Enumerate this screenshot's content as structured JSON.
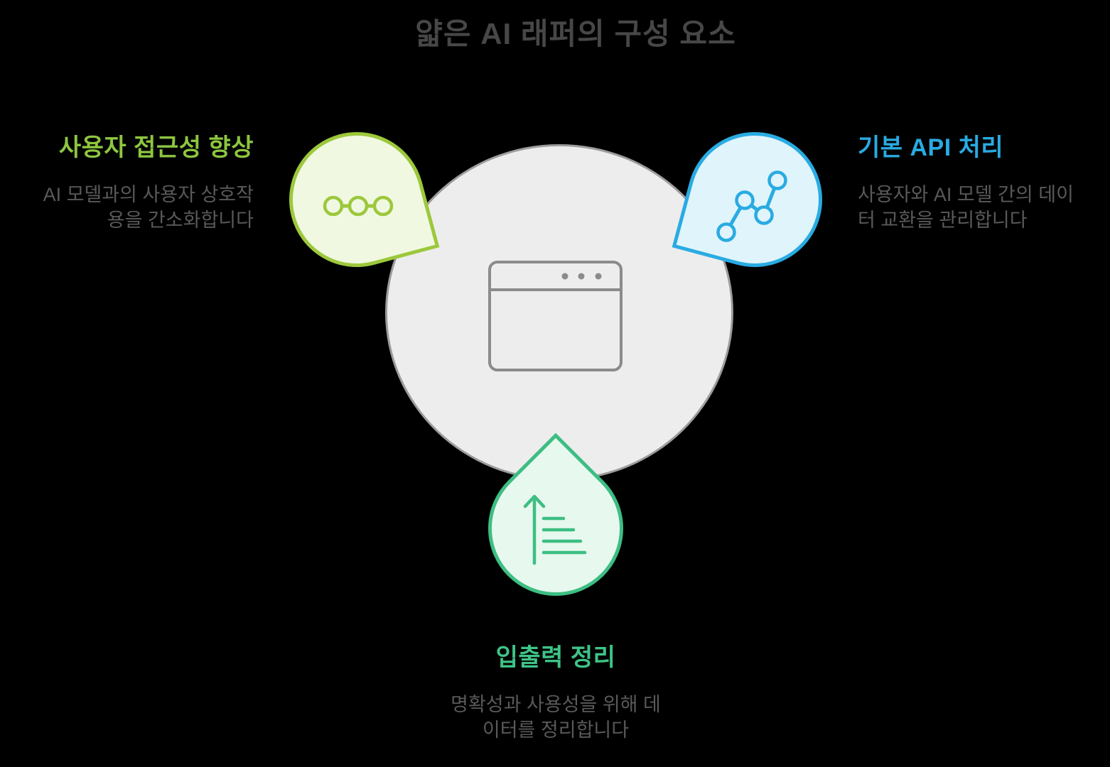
{
  "title": {
    "text": "얇은 AI 래퍼의 구성 요소",
    "color": "#474747"
  },
  "center": {
    "icon": "browser-window-icon",
    "fill": "#ededed",
    "border_color": "#9c9c9c"
  },
  "items": [
    {
      "id": "user-accessibility",
      "position": "top-left",
      "heading": "사용자 접근성 향상",
      "description": "AI 모델과의 사용자 상호작\n용을 간소화합니다",
      "accent": "#8dc63f",
      "shape_border": "#9cc83c",
      "shape_fill": "#f1f8e1",
      "icon": "node-link-icon"
    },
    {
      "id": "basic-api-handling",
      "position": "top-right",
      "heading": "기본 API 처리",
      "description": "사용자와 AI 모델 간의 데이\n터 교환을 관리합니다",
      "accent": "#29abe2",
      "shape_border": "#29abe2",
      "shape_fill": "#e0f4fb",
      "icon": "line-chart-icon"
    },
    {
      "id": "io-cleanup",
      "position": "bottom",
      "heading": "입출력 정리",
      "description": "명확성과 사용성을 위해 데\n이터를 정리합니다",
      "accent": "#3ec487",
      "shape_border": "#3dbe82",
      "shape_fill": "#e7f8ef",
      "icon": "sort-ascending-icon"
    }
  ],
  "description_text_color": "#58595b"
}
